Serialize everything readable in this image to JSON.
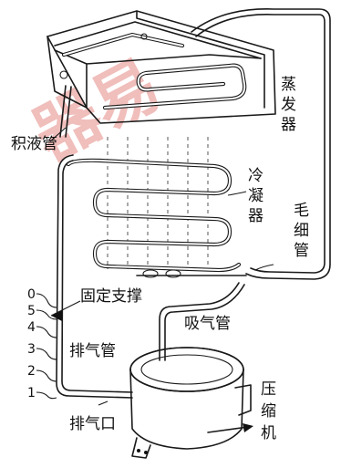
{
  "watermark": "器易",
  "labels": {
    "evaporator": [
      "蒸",
      "发",
      "器"
    ],
    "accumulator": "积液管",
    "condenser": [
      "冷",
      "凝",
      "器"
    ],
    "capillary": [
      "毛",
      "细",
      "管"
    ],
    "fixed_support": "固定支撑",
    "suction_pipe": "吸气管",
    "discharge_pipe": "排气管",
    "discharge_port": "排气口",
    "compressor": [
      "压",
      "缩",
      "机"
    ]
  },
  "scale_marks": [
    "0",
    "5",
    "4",
    "3",
    "2",
    "1"
  ]
}
